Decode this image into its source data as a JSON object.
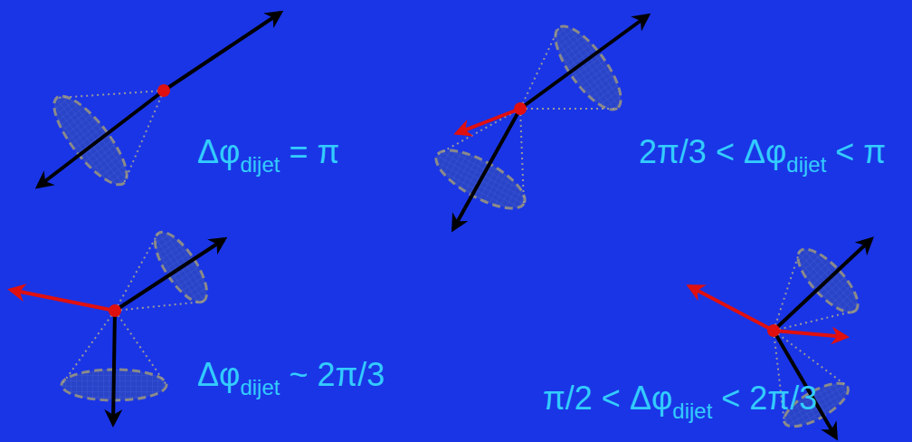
{
  "diagram": {
    "labels": [
      "Δφ",
      "dijet",
      "= π",
      "2π/3 <",
      "Δφ",
      "dijet",
      "< π",
      "Δφ",
      "dijet",
      "~ 2π/3",
      "π/2 <",
      "Δφ",
      "dijet",
      "< 2π/3"
    ]
  }
}
